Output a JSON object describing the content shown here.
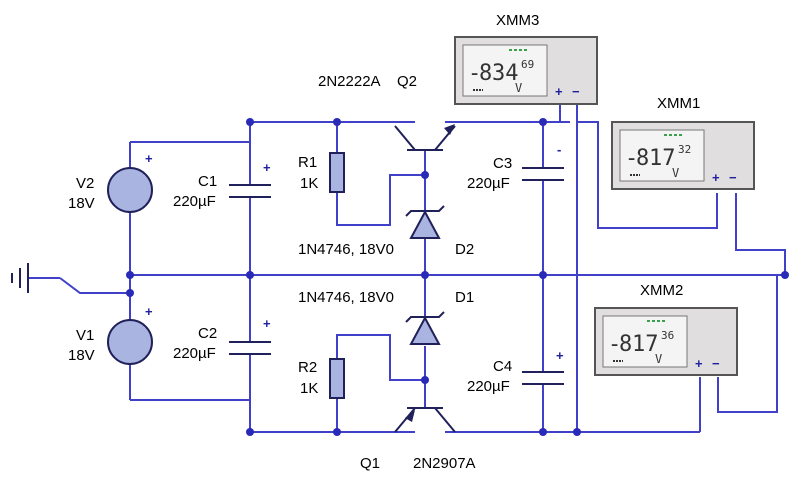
{
  "colors": {
    "wire": "#4040c8",
    "junction": "#2a2ab8",
    "source_fill": "#a9b4e0",
    "meter_body": "#e0dede",
    "lcd": "#f4f4f4",
    "lcd_bar": "#3aa04a"
  },
  "sources": [
    {
      "name": "V2",
      "value": "18V",
      "polarity": "+"
    },
    {
      "name": "V1",
      "value": "18V",
      "polarity": "+"
    }
  ],
  "capacitors": [
    {
      "name": "C1",
      "value": "220µF",
      "polarity": "+"
    },
    {
      "name": "C2",
      "value": "220µF",
      "polarity": "+"
    },
    {
      "name": "C3",
      "value": "220µF",
      "polarity": ""
    },
    {
      "name": "C4",
      "value": "220µF",
      "polarity": "+"
    }
  ],
  "resistors": [
    {
      "name": "R1",
      "value": "1K"
    },
    {
      "name": "R2",
      "value": "1K"
    }
  ],
  "transistors": [
    {
      "name": "Q2",
      "type": "2N2222A"
    },
    {
      "name": "Q1",
      "type": "2N2907A"
    }
  ],
  "zeners": [
    {
      "name": "D2",
      "type": "1N4746, 18V0"
    },
    {
      "name": "D1",
      "type": "1N4746, 18V0"
    }
  ],
  "meters": [
    {
      "name": "XMM3",
      "sign": "-",
      "dim_digit": "8",
      "main": "34",
      "sup": "69",
      "unit": "V",
      "plus": "+",
      "minus": "−"
    },
    {
      "name": "XMM1",
      "sign": "-",
      "dim_digit": "8",
      "main": "17",
      "sup": "32",
      "unit": "V",
      "plus": "+",
      "minus": "−"
    },
    {
      "name": "XMM2",
      "sign": "-",
      "dim_digit": "8",
      "main": "17",
      "sup": "36",
      "unit": "V",
      "plus": "+",
      "minus": "−"
    }
  ],
  "wire_minus_mark": "-"
}
